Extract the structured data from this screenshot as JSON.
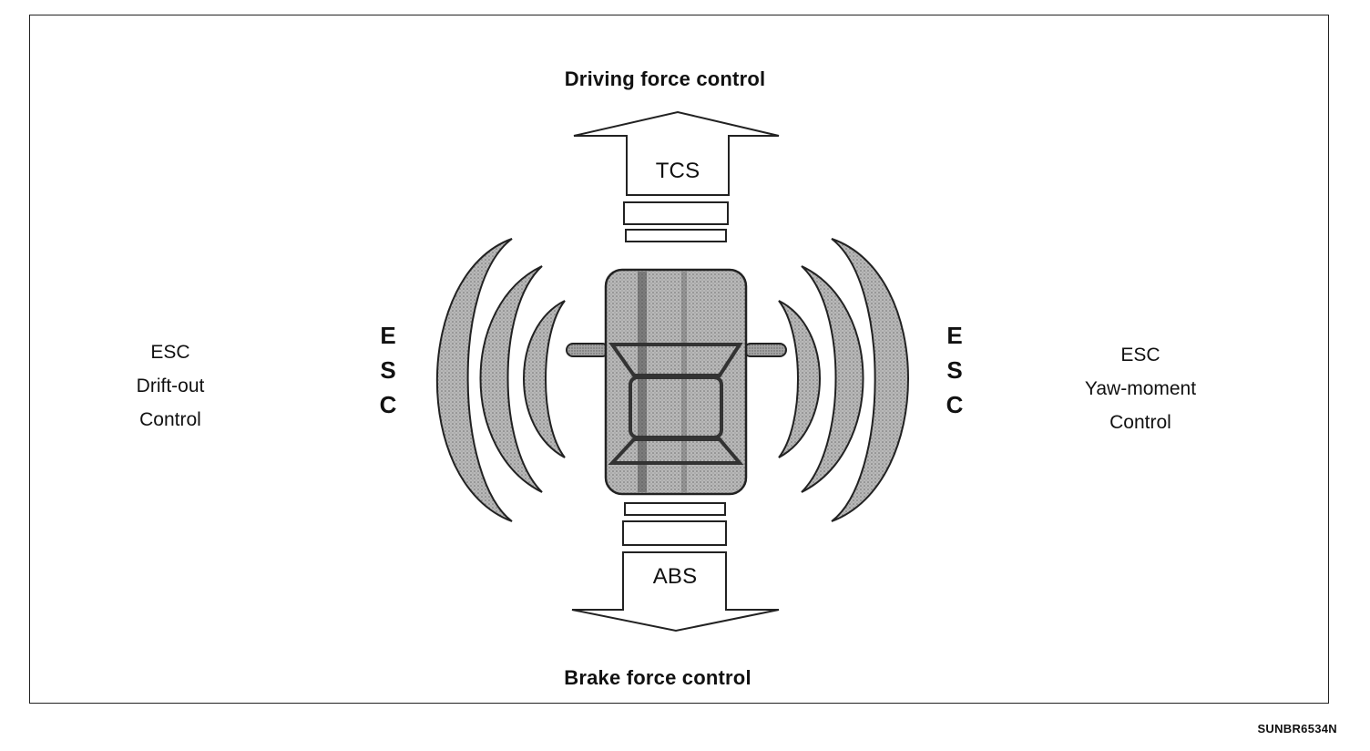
{
  "diagram": {
    "top_label": "Driving force control",
    "bottom_label": "Brake force control",
    "top_arrow_label": "TCS",
    "bottom_arrow_label": "ABS",
    "left_side": {
      "line1": "ESC",
      "line2": "Drift-out",
      "line3": "Control"
    },
    "right_side": {
      "line1": "ESC",
      "line2": "Yaw-moment",
      "line3": "Control"
    },
    "left_vertical": [
      "E",
      "S",
      "C"
    ],
    "right_vertical": [
      "E",
      "S",
      "C"
    ]
  },
  "figure_code": "SUNBR6534N",
  "colors": {
    "line": "#222222",
    "arc_fill": "#a8a8a8",
    "car_fill": "#b4b4b4",
    "car_dark": "#555555"
  }
}
